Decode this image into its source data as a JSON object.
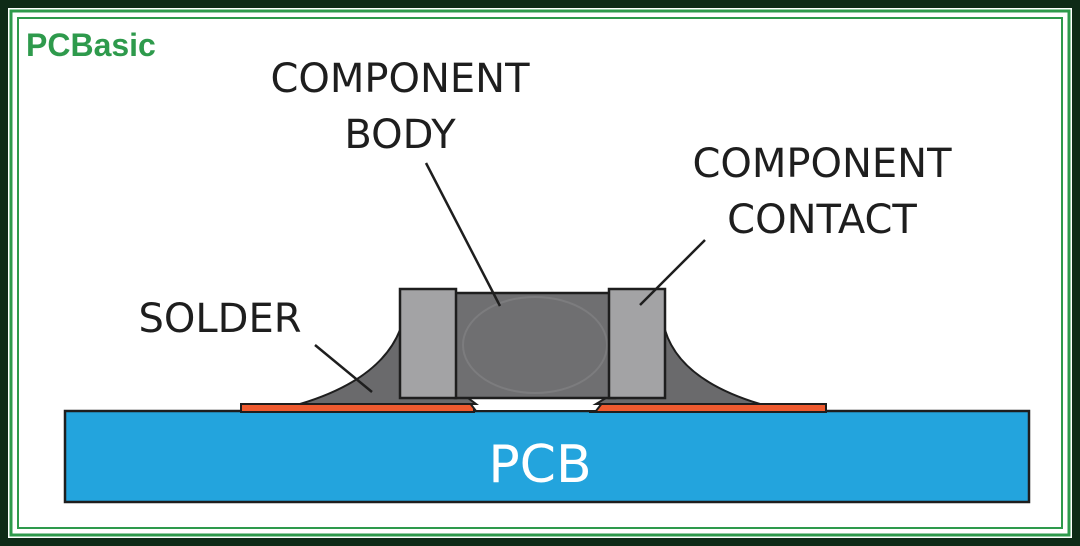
{
  "logo": {
    "text": "PCBasic"
  },
  "labels": {
    "component_body": [
      "COMPONENT",
      "BODY"
    ],
    "component_contact": [
      "COMPONENT",
      "CONTACT"
    ],
    "solder": "SOLDER",
    "pcb": "PCB"
  },
  "colors": {
    "frame_dark": "#0e2a17",
    "frame_green": "#2e9a4c",
    "background": "#ffffff",
    "pcb": "#23a4dd",
    "pad": "#ee5a2f",
    "body": "#6f6f71",
    "contact": "#a3a3a5",
    "solder": "#6a6a6c",
    "outline": "#1e1e1e"
  }
}
